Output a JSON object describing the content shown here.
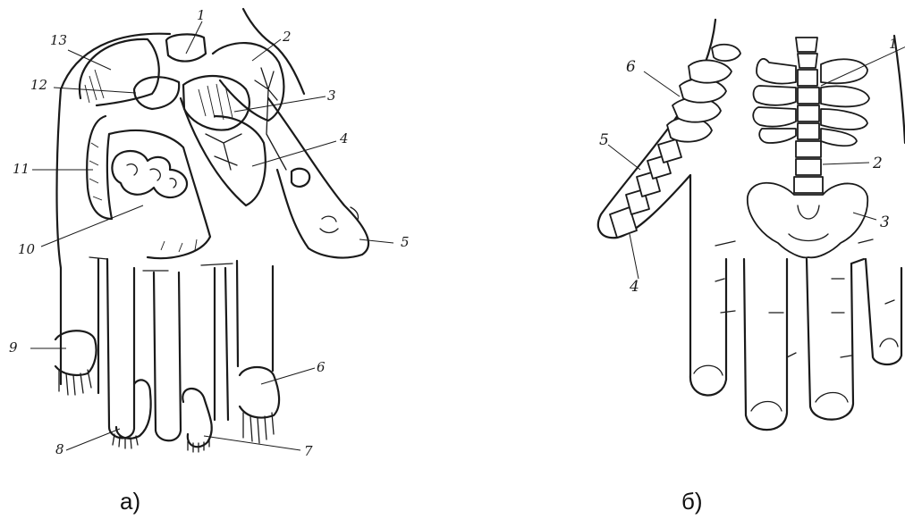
{
  "panels": [
    {
      "caption": "а)",
      "labels": [
        "1",
        "2",
        "3",
        "4",
        "5",
        "6",
        "7",
        "8",
        "9",
        "10",
        "11",
        "12",
        "13"
      ]
    },
    {
      "caption": "б)",
      "labels": [
        "1",
        "2",
        "3",
        "4",
        "5",
        "6"
      ]
    }
  ]
}
